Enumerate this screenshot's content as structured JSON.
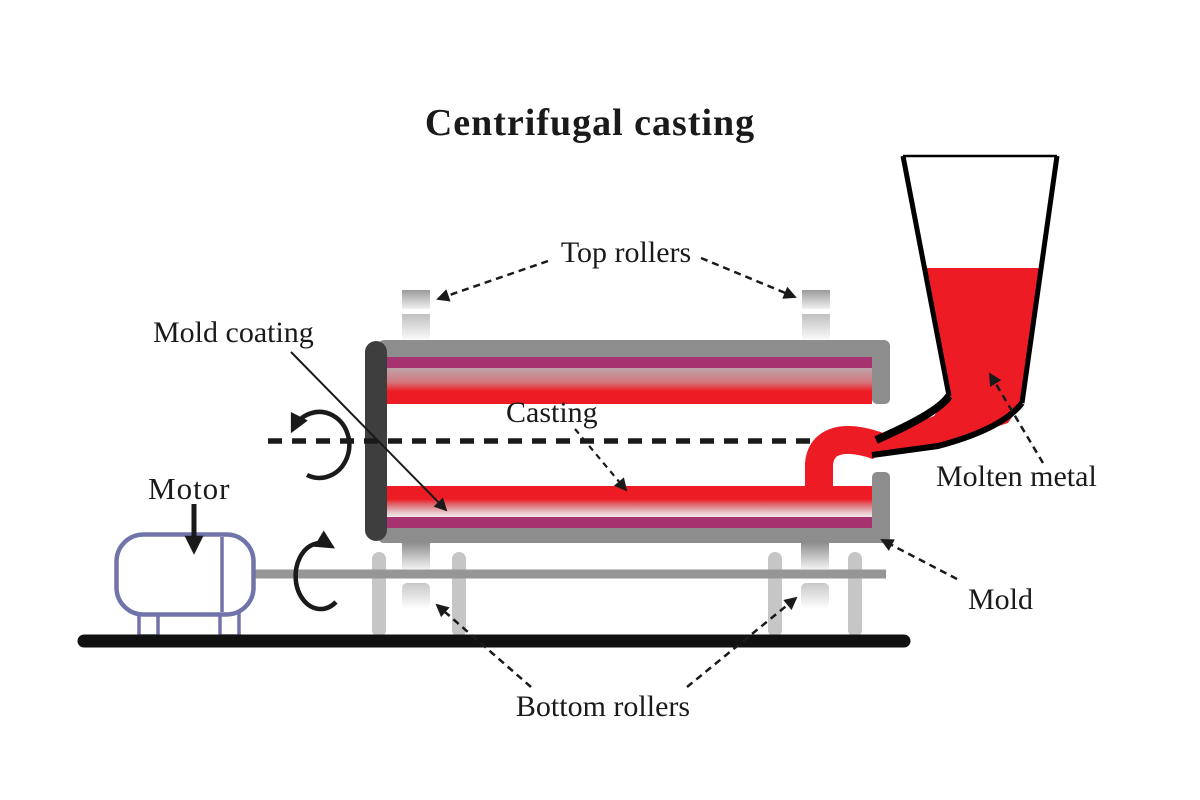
{
  "title": "Centrifugal casting",
  "labels": {
    "top_rollers": "Top rollers",
    "mold_coating": "Mold coating",
    "casting": "Casting",
    "motor": "Motor",
    "molten_metal": "Molten metal",
    "mold": "Mold",
    "bottom_rollers": "Bottom rollers"
  },
  "colors": {
    "molten_metal_red": "#ed1c24",
    "mold_gray": "#8d8d8d",
    "coating_purple": "#a73270",
    "end_cap_dark": "#3e3e3e",
    "motor_outline_blue": "#7173ab",
    "roller_light_gray": "#c6c6c6",
    "shaft_gray": "#969696",
    "ground_black": "#111111",
    "ink": "#1a1a1a"
  }
}
